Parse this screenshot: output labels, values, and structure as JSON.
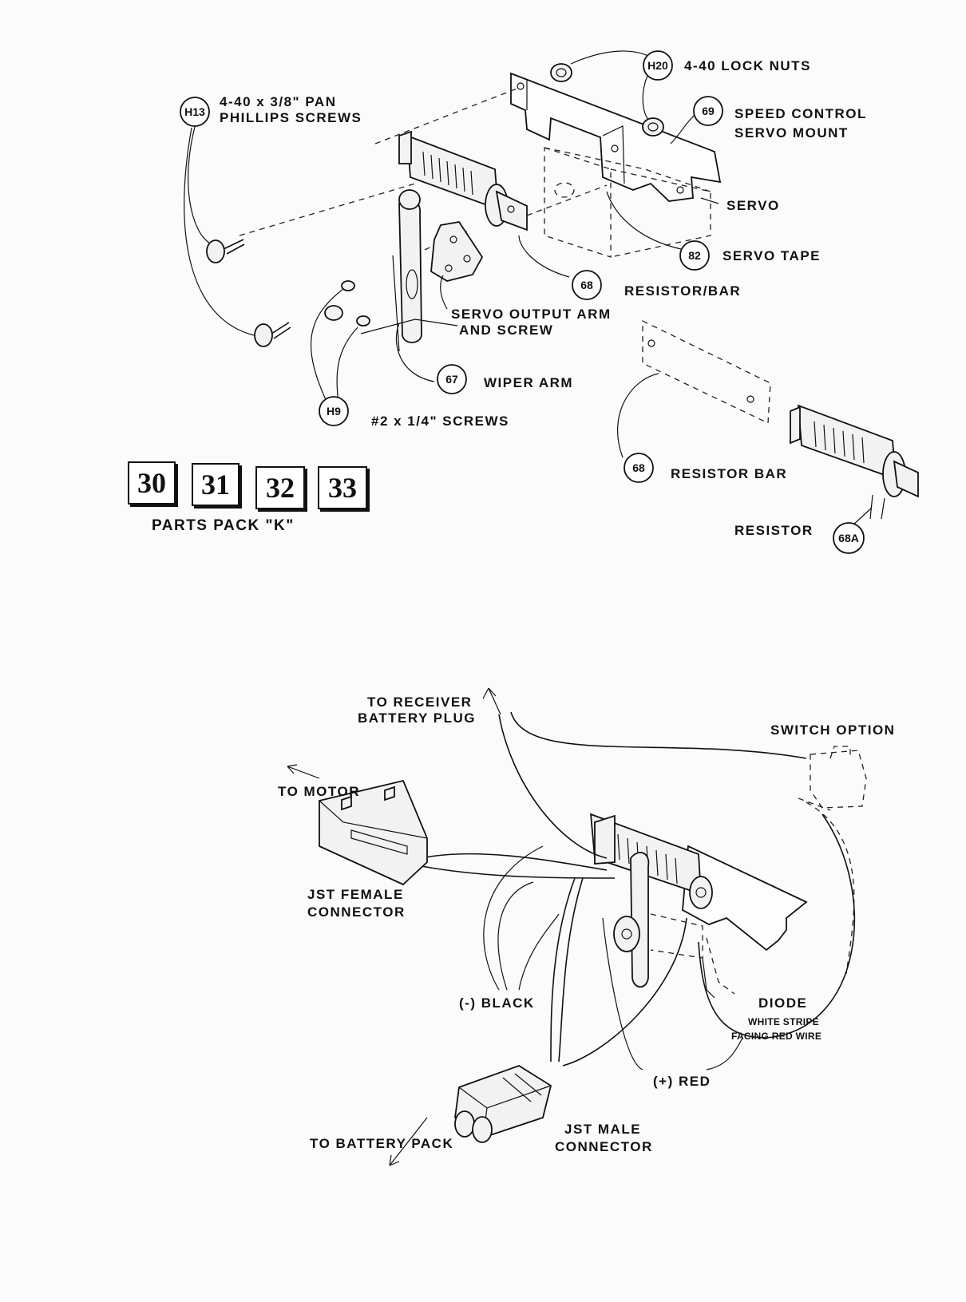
{
  "top": {
    "callouts": [
      {
        "badge": "H13",
        "text": [
          "4-40 x 3/8\" PAN",
          "PHILLIPS SCREWS"
        ]
      },
      {
        "badge": "H20",
        "text": [
          "4-40 LOCK NUTS"
        ]
      },
      {
        "badge": "69",
        "text": [
          "SPEED CONTROL",
          "SERVO MOUNT"
        ]
      },
      {
        "badge": "",
        "text": [
          "SERVO"
        ]
      },
      {
        "badge": "82",
        "text": [
          "SERVO TAPE"
        ]
      },
      {
        "badge": "68",
        "text": [
          "RESISTOR/BAR"
        ]
      },
      {
        "badge": "",
        "text": [
          "SERVO OUTPUT ARM",
          "AND SCREW"
        ]
      },
      {
        "badge": "67",
        "text": [
          "WIPER ARM"
        ]
      },
      {
        "badge": "H9",
        "text": [
          "#2 x 1/4\" SCREWS"
        ]
      }
    ],
    "detail": {
      "bar_badge": "68",
      "bar_text": "RESISTOR BAR",
      "resistor_badge": "68A",
      "resistor_text": "RESISTOR"
    },
    "parts_pack": {
      "numbers": [
        "30",
        "31",
        "32",
        "33"
      ],
      "label": "PARTS PACK \"K\""
    }
  },
  "wiring": {
    "receiver": [
      "TO RECEIVER",
      "BATTERY PLUG"
    ],
    "switch": "SWITCH OPTION",
    "motor": "TO MOTOR",
    "female": [
      "JST FEMALE",
      "CONNECTOR"
    ],
    "black": "(-) BLACK",
    "diode": "DIODE",
    "diode_note": [
      "WHITE STRIPE",
      "FACING RED WIRE"
    ],
    "red": "(+) RED",
    "male": [
      "JST MALE",
      "CONNECTOR"
    ],
    "battery": "TO BATTERY PACK"
  }
}
